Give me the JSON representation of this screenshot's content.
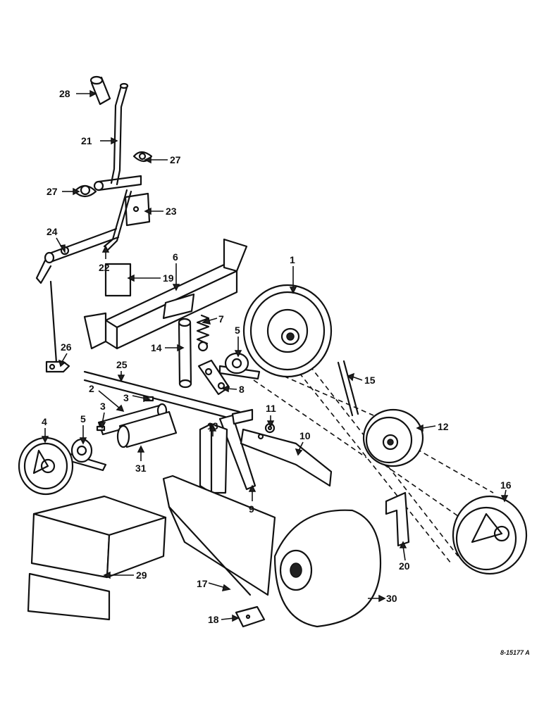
{
  "callouts": [
    {
      "id": "1",
      "text": "1"
    },
    {
      "id": "2",
      "text": "2"
    },
    {
      "id": "3a",
      "text": "3"
    },
    {
      "id": "3b",
      "text": "3"
    },
    {
      "id": "4",
      "text": "4"
    },
    {
      "id": "5a",
      "text": "5"
    },
    {
      "id": "5b",
      "text": "5"
    },
    {
      "id": "6",
      "text": "6"
    },
    {
      "id": "7",
      "text": "7"
    },
    {
      "id": "8",
      "text": "8"
    },
    {
      "id": "9",
      "text": "9"
    },
    {
      "id": "10",
      "text": "10"
    },
    {
      "id": "11",
      "text": "11"
    },
    {
      "id": "12",
      "text": "12"
    },
    {
      "id": "13",
      "text": "13"
    },
    {
      "id": "14",
      "text": "14"
    },
    {
      "id": "15",
      "text": "15"
    },
    {
      "id": "16",
      "text": "16"
    },
    {
      "id": "17",
      "text": "17"
    },
    {
      "id": "18",
      "text": "18"
    },
    {
      "id": "19",
      "text": "19"
    },
    {
      "id": "20",
      "text": "20"
    },
    {
      "id": "21",
      "text": "21"
    },
    {
      "id": "22",
      "text": "22"
    },
    {
      "id": "23",
      "text": "23"
    },
    {
      "id": "24",
      "text": "24"
    },
    {
      "id": "25",
      "text": "25"
    },
    {
      "id": "26",
      "text": "26"
    },
    {
      "id": "27a",
      "text": "27"
    },
    {
      "id": "27b",
      "text": "27"
    },
    {
      "id": "28",
      "text": "28"
    },
    {
      "id": "29",
      "text": "29"
    },
    {
      "id": "30",
      "text": "30"
    },
    {
      "id": "31",
      "text": "31"
    }
  ],
  "reference_code": "8-15177 A"
}
